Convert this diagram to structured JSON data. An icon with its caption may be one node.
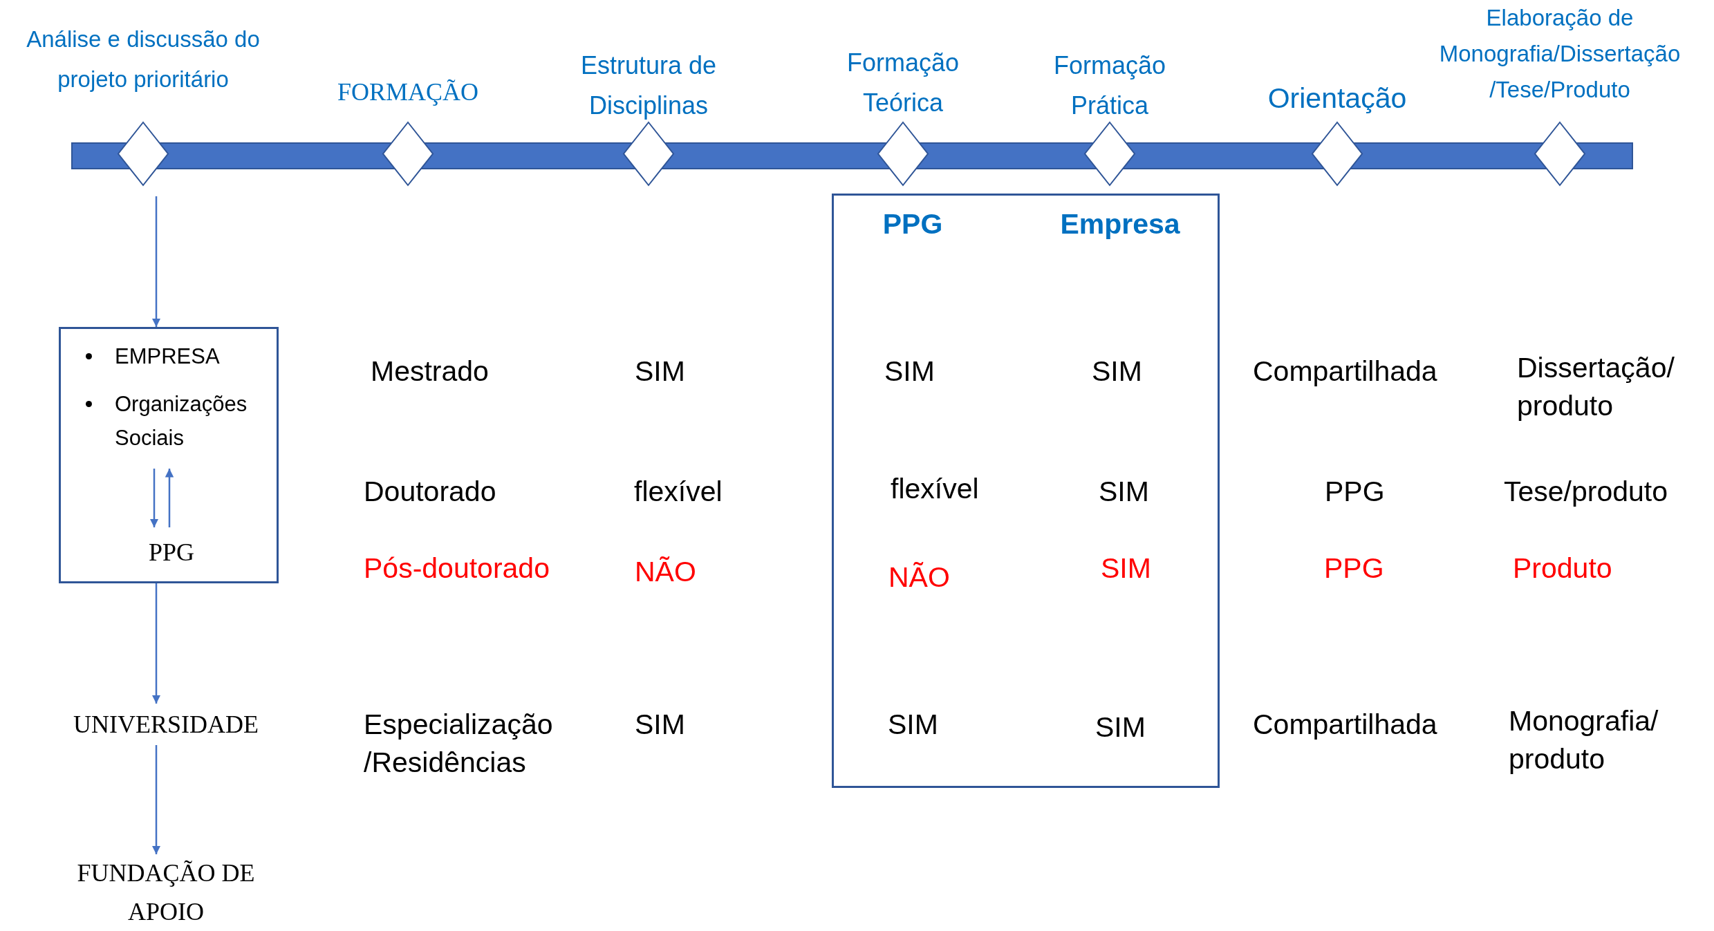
{
  "diagram": {
    "nodes": [
      {
        "text": [
          "Análise e discussão do projeto prioritário"
        ]
      },
      {
        "text": [
          "FORMAÇÃO"
        ]
      },
      {
        "text": [
          "Estrutura de Disciplinas"
        ]
      },
      {
        "text": [
          "Formação Teórica"
        ]
      },
      {
        "text": [
          "Formação Prática"
        ]
      },
      {
        "text": [
          "Orientação"
        ]
      },
      {
        "text": [
          "Elaboração de Monografia/Dissertação /Tese/Produto"
        ]
      },
      {
        "text": [],
        "shape": "box"
      },
      {
        "text": [
          "EMPRESA",
          "Organizações Sociais"
        ],
        "in": 7
      },
      {
        "text": [
          "PPG"
        ],
        "in": 7
      },
      {
        "text": [
          "UNIVERSIDADE"
        ]
      },
      {
        "text": [
          "FUNDAÇÃO DE APOIO"
        ]
      },
      {
        "text": [
          "PPG",
          "Empresa"
        ]
      },
      {
        "text": [],
        "shape": "bar"
      }
    ],
    "edges": [
      {
        "from": 0,
        "to": 7,
        "arrow": "to"
      },
      {
        "from": 8,
        "to": 9,
        "arrow": "to"
      },
      {
        "from": 9,
        "to": 8,
        "arrow": "to"
      },
      {
        "from": 7,
        "to": 10,
        "arrow": "to"
      },
      {
        "from": 10,
        "to": 11,
        "arrow": "to"
      }
    ],
    "labels": [
      "Mestrado",
      "SIM",
      "SIM",
      "SIM",
      "Compartilhada",
      "Dissertação/ produto",
      "Doutorado",
      "flexível",
      "flexível",
      "SIM",
      "PPG",
      "Tese/produto",
      "Pós-doutorado",
      "NÃO",
      "NÃO",
      "SIM",
      "PPG",
      "Produto",
      "Especialização /Residências",
      "SIM",
      "SIM",
      "SIM",
      "Compartilhada",
      "Monografia/ produto"
    ]
  }
}
